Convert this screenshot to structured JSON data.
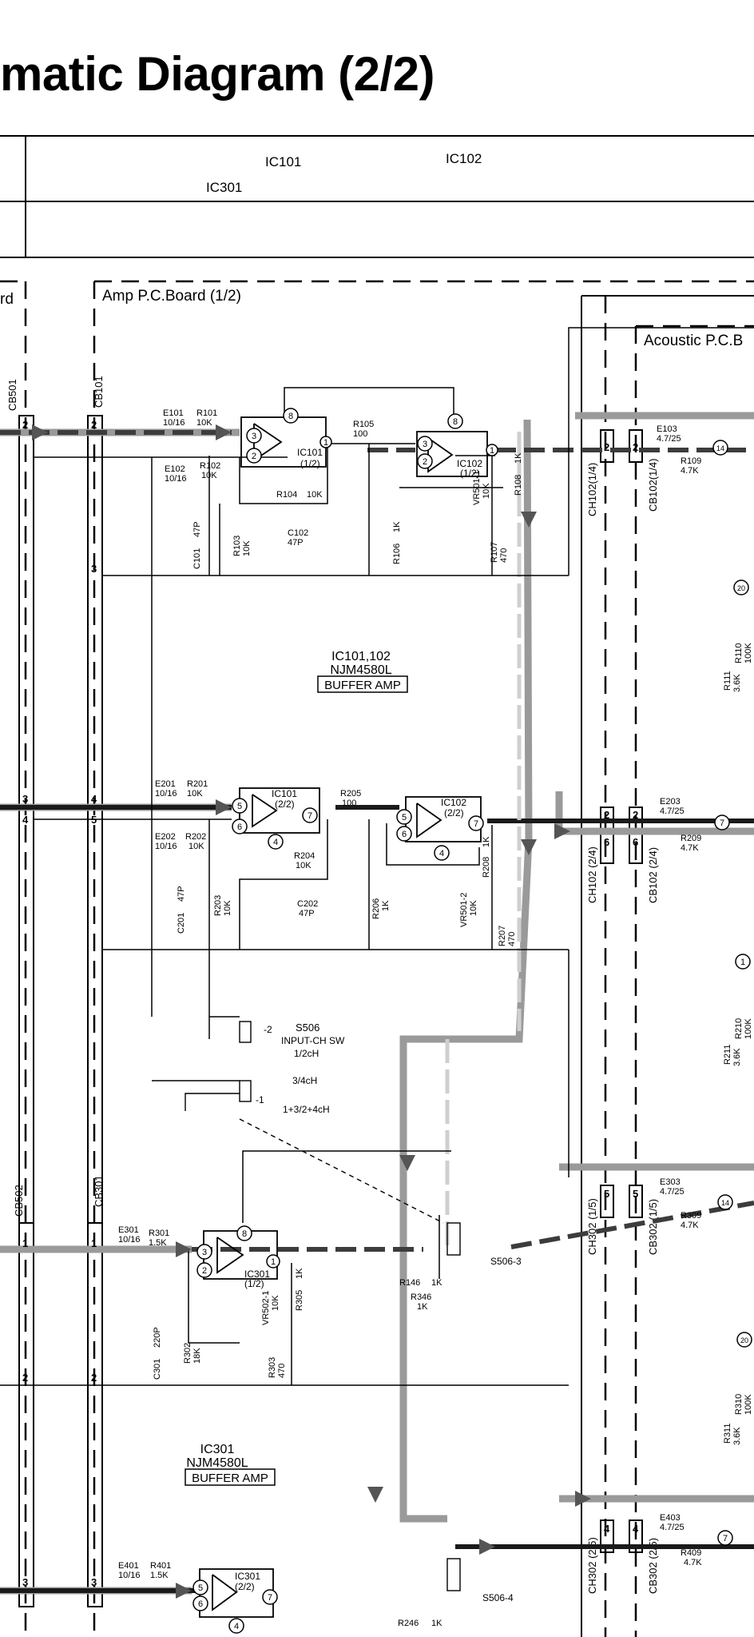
{
  "title": "matic Diagram (2/2)",
  "header_row": {
    "labels": [
      "IC101",
      "IC102",
      "IC301"
    ]
  },
  "boards": {
    "left_stub": "rd",
    "amp": "Amp P.C.Board (1/2)",
    "acoustic": "Acoustic P.C.B"
  },
  "connectors": [
    "CB501",
    "CB101",
    "CB502",
    "CB301",
    "CH102(1/4)",
    "CB102(1/4)",
    "CH102 (2/4)",
    "CB102 (2/4)",
    "CH302 (1/5)",
    "CB302 (1/5)",
    "CH302 (2/5)",
    "CB302 (2/5)"
  ],
  "ic_blocks": [
    {
      "ref": "IC101,102",
      "part": "NJM4580L",
      "function": "BUFFER AMP"
    },
    {
      "ref": "IC301",
      "part": "NJM4580L",
      "function": "BUFFER AMP"
    }
  ],
  "opamps": [
    {
      "ref": "IC101",
      "unit": "(1/2)"
    },
    {
      "ref": "IC102",
      "unit": "(1/2)"
    },
    {
      "ref": "IC101",
      "unit": "(2/2)"
    },
    {
      "ref": "IC102",
      "unit": "(2/2)"
    },
    {
      "ref": "IC301",
      "unit": "(1/2)"
    },
    {
      "ref": "IC301",
      "unit": "(2/2)"
    }
  ],
  "switch": {
    "ref": "S506",
    "name": "INPUT-CH SW",
    "positions": [
      "1/2cH",
      "3/4cH",
      "1+3/2+4cH"
    ],
    "sections": [
      "S506-3",
      "S506-4"
    ],
    "marks": [
      "-2",
      "-1"
    ]
  },
  "components": [
    {
      "ref": "E101",
      "value": "10/16"
    },
    {
      "ref": "R101",
      "value": "10K"
    },
    {
      "ref": "E102",
      "value": "10/16"
    },
    {
      "ref": "R102",
      "value": "10K"
    },
    {
      "ref": "R105",
      "value": "100"
    },
    {
      "ref": "R104",
      "value": "10K"
    },
    {
      "ref": "C102",
      "value": "47P"
    },
    {
      "ref": "C101",
      "value": "47P"
    },
    {
      "ref": "R103",
      "value": "10K"
    },
    {
      "ref": "R106",
      "value": "1K"
    },
    {
      "ref": "R107",
      "value": "470"
    },
    {
      "ref": "R108",
      "value": "1K"
    },
    {
      "ref": "VR501-1",
      "value": "10K"
    },
    {
      "ref": "E103",
      "value": "4.7/25"
    },
    {
      "ref": "R109",
      "value": "4.7K"
    },
    {
      "ref": "R110",
      "value": "100K"
    },
    {
      "ref": "R111",
      "value": "3.6K"
    },
    {
      "ref": "E201",
      "value": "10/16"
    },
    {
      "ref": "R201",
      "value": "10K"
    },
    {
      "ref": "E202",
      "value": "10/16"
    },
    {
      "ref": "R202",
      "value": "10K"
    },
    {
      "ref": "R205",
      "value": "100"
    },
    {
      "ref": "R204",
      "value": "10K"
    },
    {
      "ref": "C202",
      "value": "47P"
    },
    {
      "ref": "C201",
      "value": "47P"
    },
    {
      "ref": "R203",
      "value": "10K"
    },
    {
      "ref": "R206",
      "value": "1K"
    },
    {
      "ref": "VR501-2",
      "value": "10K"
    },
    {
      "ref": "R207",
      "value": "470"
    },
    {
      "ref": "R208",
      "value": "1K"
    },
    {
      "ref": "E203",
      "value": "4.7/25"
    },
    {
      "ref": "R209",
      "value": "4.7K"
    },
    {
      "ref": "R210",
      "value": "100K"
    },
    {
      "ref": "R211",
      "value": "3.6K"
    },
    {
      "ref": "E301",
      "value": "10/16"
    },
    {
      "ref": "R301",
      "value": "1.5K"
    },
    {
      "ref": "C301",
      "value": "220P"
    },
    {
      "ref": "R302",
      "value": "18K"
    },
    {
      "ref": "VR502-1",
      "value": "10K"
    },
    {
      "ref": "R305",
      "value": "1K"
    },
    {
      "ref": "R303",
      "value": "470"
    },
    {
      "ref": "R146",
      "value": "1K"
    },
    {
      "ref": "R346",
      "value": "1K"
    },
    {
      "ref": "E303",
      "value": "4.7/25"
    },
    {
      "ref": "R309",
      "value": "4.7K"
    },
    {
      "ref": "R310",
      "value": "100K"
    },
    {
      "ref": "R311",
      "value": "3.6K"
    },
    {
      "ref": "E401",
      "value": "10/16"
    },
    {
      "ref": "R401",
      "value": "1.5K"
    },
    {
      "ref": "R246",
      "value": "1K"
    },
    {
      "ref": "E403",
      "value": "4.7/25"
    },
    {
      "ref": "R409",
      "value": "4.7K"
    }
  ],
  "pin_numbers": [
    "1",
    "2",
    "3",
    "4",
    "5",
    "6",
    "7",
    "8",
    "14",
    "20"
  ]
}
